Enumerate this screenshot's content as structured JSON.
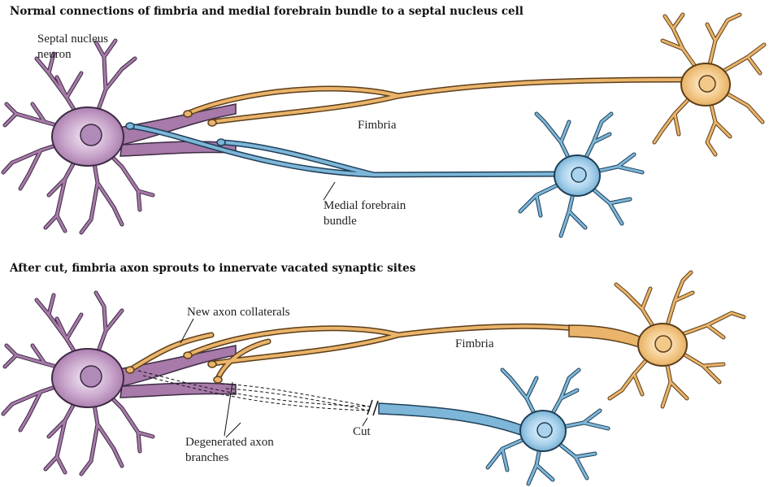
{
  "panels": {
    "top": {
      "title": "Normal connections of fimbria and medial forebrain bundle to a septal nucleus cell",
      "septal_label_line1": "Septal nucleus",
      "septal_label_line2": "neuron",
      "fimbria_label": "Fimbria",
      "mfb_label_line1": "Medial forebrain",
      "mfb_label_line2": "bundle"
    },
    "bottom": {
      "title": "After cut, fimbria axon sprouts to innervate vacated synaptic sites",
      "collaterals_label": "New axon collaterals",
      "fimbria_label": "Fimbria",
      "cut_label": "Cut",
      "degenerated_label_line1": "Degenerated axon",
      "degenerated_label_line2": "branches"
    }
  },
  "colors": {
    "septal_fill": "#a77aa9",
    "septal_stroke": "#3d2a44",
    "fimbria_fill": "#eab46a",
    "fimbria_stroke": "#5c3e1a",
    "mfb_fill": "#7db6d8",
    "mfb_stroke": "#1f3f57",
    "line": "#111111"
  }
}
